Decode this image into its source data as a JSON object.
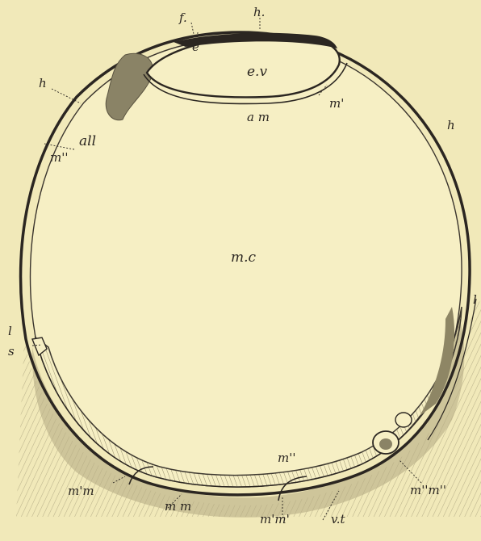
{
  "figure": {
    "labels": {
      "f": "f.",
      "h_top": "h.",
      "e": "e",
      "ev": "e.v",
      "h_left": "h",
      "m_prime_top": "m'",
      "am": "a m",
      "all": "all",
      "m_dprime_left": "m''",
      "h_right": "h",
      "mc": "m.c",
      "l_left": "l",
      "s": "s",
      "m_dprime_bottom": "m''",
      "mm_left": "m'm",
      "mm_center": "m m",
      "mm_bottom": "m'm'",
      "vt": "v.t",
      "mm_right": "m''m''",
      "l_right": "l"
    },
    "colors": {
      "background": "#f1e9b9",
      "membrane": "#2b2621",
      "shading": "#9c9474",
      "tissue": "#c9bf93"
    }
  }
}
